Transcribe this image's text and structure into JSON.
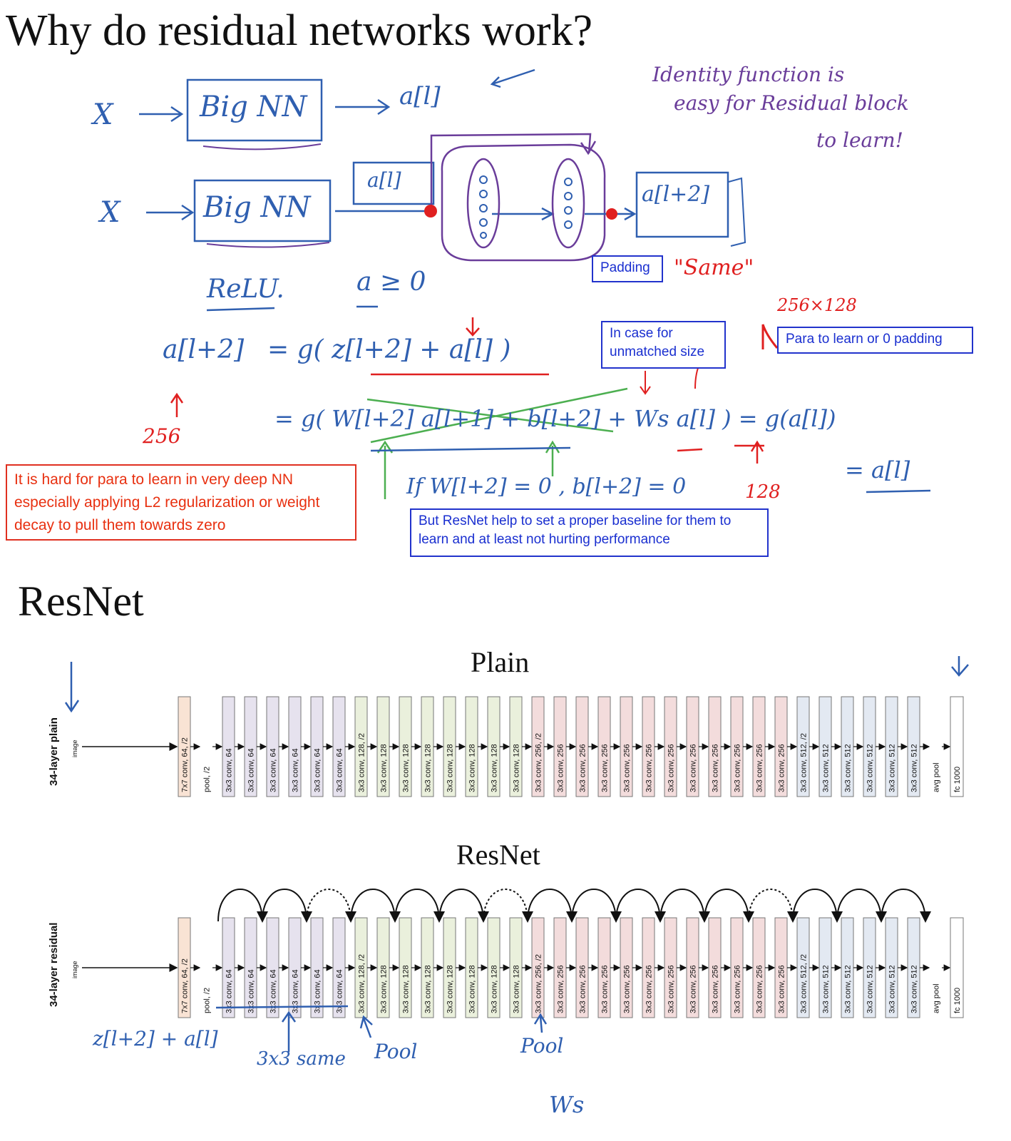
{
  "title": "Why do residual networks work?",
  "notes": {
    "identity_line1": "Identity function is",
    "identity_line2": "easy for Residual block",
    "identity_line3": "to learn!",
    "relu": "ReLU.",
    "a_ge_0": "a ≥ 0",
    "same": "\"Same\"",
    "dims_256x128": "256×128",
    "num_256": "256",
    "num_128": "128",
    "if_w_b_zero": "If W[l+2] = 0 , b[l+2] = 0",
    "eq_result": "= a[l]",
    "z_plus_a": "z[l+2] + a[l]",
    "same_3x3": "3x3 same",
    "pool1": "Pool",
    "pool2": "Pool",
    "ws": "Ws"
  },
  "diagram": {
    "x1": "X",
    "x2": "X",
    "big_nn_1": "Big NN",
    "big_nn_2": "Big NN",
    "a_l_top": "a[l]",
    "a_l_box": "a[l]",
    "a_l2_box": "a[l+2]"
  },
  "equations": {
    "eq1_lhs": "a[l+2]",
    "eq1_rhs": "= g( z[l+2] + a[l] )",
    "eq2_rhs": "= g( W[l+2] a[l+1] + b[l+2] + Ws a[l] ) = g(a[l])"
  },
  "annotations": {
    "padding": "Padding",
    "unmatched": "In case for unmatched size",
    "para_learn": "Para to learn or 0 padding",
    "hard_learn": "It is hard for para to learn in very deep NN especially applying L2 regularization or weight decay to pull them towards zero",
    "resnet_help": "But ResNet help to set a proper baseline for them to learn and at least not hurting performance"
  },
  "resnet_heading": "ResNet",
  "plain": {
    "heading": "Plain",
    "side_label": "34-layer plain",
    "input": "image"
  },
  "residual": {
    "heading": "ResNet",
    "side_label": "34-layer residual",
    "input": "image"
  },
  "layers": [
    {
      "label": "7x7 conv, 64, /2",
      "color": "#f9e3d4"
    },
    {
      "label": "pool, /2",
      "color": "none"
    },
    {
      "label": "3x3 conv, 64",
      "color": "#e6e2ee"
    },
    {
      "label": "3x3 conv, 64",
      "color": "#e6e2ee"
    },
    {
      "label": "3x3 conv, 64",
      "color": "#e6e2ee"
    },
    {
      "label": "3x3 conv, 64",
      "color": "#e6e2ee"
    },
    {
      "label": "3x3 conv, 64",
      "color": "#e6e2ee"
    },
    {
      "label": "3x3 conv, 64",
      "color": "#e6e2ee"
    },
    {
      "label": "3x3 conv, 128, /2",
      "color": "#eaf0dc"
    },
    {
      "label": "3x3 conv, 128",
      "color": "#eaf0dc"
    },
    {
      "label": "3x3 conv, 128",
      "color": "#eaf0dc"
    },
    {
      "label": "3x3 conv, 128",
      "color": "#eaf0dc"
    },
    {
      "label": "3x3 conv, 128",
      "color": "#eaf0dc"
    },
    {
      "label": "3x3 conv, 128",
      "color": "#eaf0dc"
    },
    {
      "label": "3x3 conv, 128",
      "color": "#eaf0dc"
    },
    {
      "label": "3x3 conv, 128",
      "color": "#eaf0dc"
    },
    {
      "label": "3x3 conv, 256, /2",
      "color": "#f3dcdc"
    },
    {
      "label": "3x3 conv, 256",
      "color": "#f3dcdc"
    },
    {
      "label": "3x3 conv, 256",
      "color": "#f3dcdc"
    },
    {
      "label": "3x3 conv, 256",
      "color": "#f3dcdc"
    },
    {
      "label": "3x3 conv, 256",
      "color": "#f3dcdc"
    },
    {
      "label": "3x3 conv, 256",
      "color": "#f3dcdc"
    },
    {
      "label": "3x3 conv, 256",
      "color": "#f3dcdc"
    },
    {
      "label": "3x3 conv, 256",
      "color": "#f3dcdc"
    },
    {
      "label": "3x3 conv, 256",
      "color": "#f3dcdc"
    },
    {
      "label": "3x3 conv, 256",
      "color": "#f3dcdc"
    },
    {
      "label": "3x3 conv, 256",
      "color": "#f3dcdc"
    },
    {
      "label": "3x3 conv, 256",
      "color": "#f3dcdc"
    },
    {
      "label": "3x3 conv, 512, /2",
      "color": "#e3e9f2"
    },
    {
      "label": "3x3 conv, 512",
      "color": "#e3e9f2"
    },
    {
      "label": "3x3 conv, 512",
      "color": "#e3e9f2"
    },
    {
      "label": "3x3 conv, 512",
      "color": "#e3e9f2"
    },
    {
      "label": "3x3 conv, 512",
      "color": "#e3e9f2"
    },
    {
      "label": "3x3 conv, 512",
      "color": "#e3e9f2"
    },
    {
      "label": "avg pool",
      "color": "none"
    },
    {
      "label": "fc 1000",
      "color": "#ffffff"
    }
  ],
  "colors": {
    "handwriting_blue": "#2f5fb0",
    "handwriting_purple": "#6a3d9a",
    "handwriting_red": "#e02020",
    "annotation_blue": "#1a2fd0",
    "annotation_red": "#e83010",
    "strike_green": "#4caf50"
  }
}
